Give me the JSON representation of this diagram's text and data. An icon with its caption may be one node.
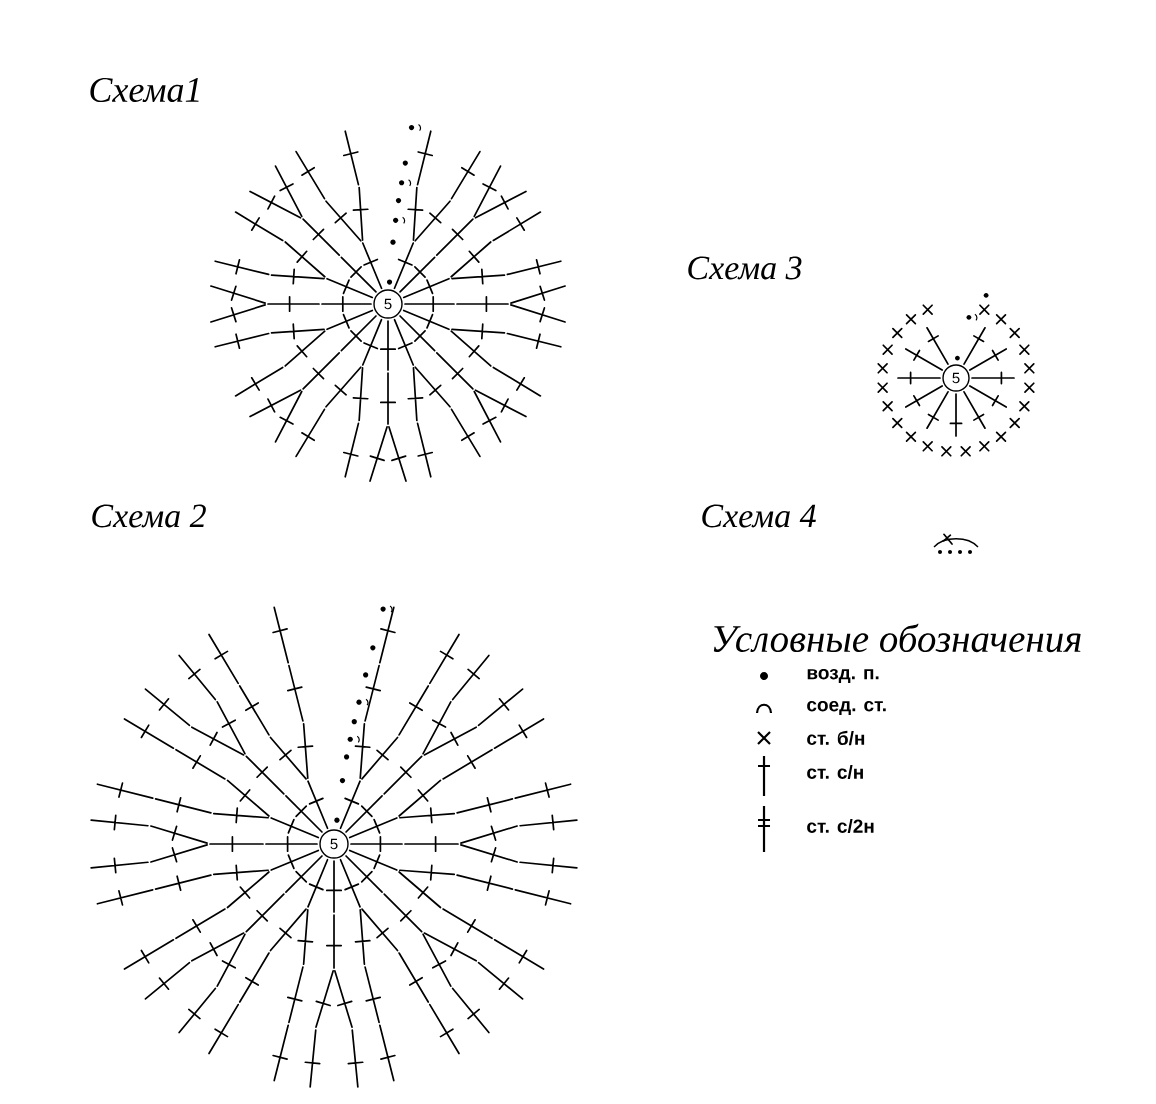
{
  "diagram": {
    "nodes": [
      {
        "text": [
          "5"
        ]
      },
      {
        "text": [
          "5"
        ]
      },
      {
        "text": [
          "5"
        ]
      }
    ],
    "labels": [
      "Схема1",
      "Схема 3",
      "Схема 2",
      "Схема 4",
      "Условные обозначения"
    ],
    "legend": [
      {
        "text": "возд. п."
      },
      {
        "text": "соед. ст."
      },
      {
        "text": "ст. б/н"
      },
      {
        "text": "ст. с/н"
      },
      {
        "text": "ст. с/2н"
      }
    ]
  }
}
